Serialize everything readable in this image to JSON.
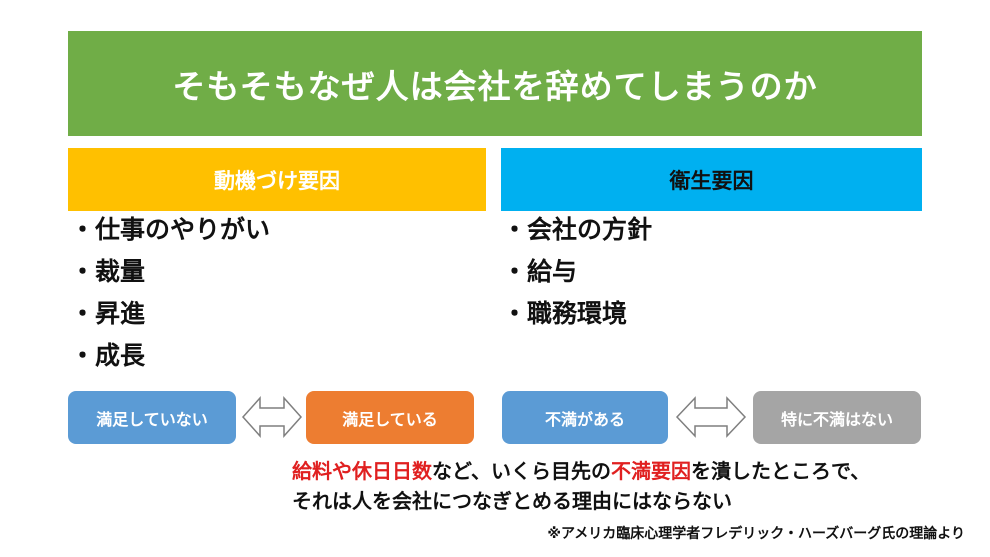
{
  "title": "そもそもなぜ人は会社を辞めてしまうのか",
  "columns": {
    "left": {
      "header": "動機づけ要因",
      "items": [
        "仕事のやりがい",
        "裁量",
        "昇進",
        "成長"
      ]
    },
    "right": {
      "header": "衛生要因",
      "items": [
        "会社の方針",
        "給与",
        "職務環境"
      ]
    }
  },
  "bullet": "・",
  "states": {
    "left_from": "満足していない",
    "left_to": "満足している",
    "right_from": "不満がある",
    "right_to": "特に不満はない"
  },
  "note": {
    "line1_red1": "給料や休日日数",
    "line1_mid": "など、いくら目先の",
    "line1_red2": "不満要因",
    "line1_end": "を潰したところで、",
    "line2": "それは人を会社につなぎとめる理由にはならない"
  },
  "source": "※アメリカ臨床心理学者フレデリック・ハーズバーグ氏の理論より",
  "colors": {
    "title_bg": "#70AD47",
    "left_header_bg": "#FFC000",
    "right_header_bg": "#00B0F0",
    "pill_blue": "#5B9BD5",
    "pill_orange": "#ED7D31",
    "pill_gray": "#A5A5A5",
    "highlight_red": "#E02020"
  },
  "icons": [
    "double-arrow-icon",
    "double-arrow-icon"
  ]
}
